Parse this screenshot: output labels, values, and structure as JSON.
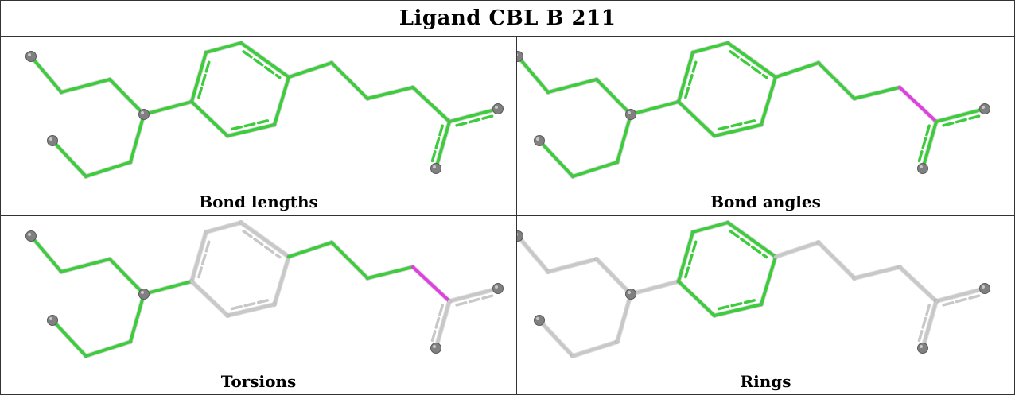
{
  "title": "Ligand CBL B 211",
  "colors": {
    "normal": "#3ccc3c",
    "outlier": "#e040e0",
    "unassessed": "#c8c8c8",
    "atom": "#808080",
    "border": "#333333"
  },
  "panels": [
    {
      "caption": "Bond lengths",
      "bond_status": {
        "chainA": "normal",
        "chainB": "normal",
        "link": "normal",
        "ring": "normal",
        "tail": "normal",
        "cOut": "normal",
        "fork": "normal"
      }
    },
    {
      "caption": "Bond angles",
      "bond_status": {
        "chainA": "normal",
        "chainB": "normal",
        "link": "normal",
        "ring": "normal",
        "tail": "normal",
        "cOut": "outlier",
        "fork": "normal"
      }
    },
    {
      "caption": "Torsions",
      "bond_status": {
        "chainA": "normal",
        "chainB": "normal",
        "link": "normal",
        "ring": "unassessed",
        "tail": "normal",
        "cOut": "outlier",
        "fork": "unassessed"
      }
    },
    {
      "caption": "Rings",
      "bond_status": {
        "chainA": "unassessed",
        "chainB": "unassessed",
        "link": "unassessed",
        "ring": "normal",
        "tail": "unassessed",
        "cOut": "unassessed",
        "fork": "unassessed"
      }
    }
  ]
}
